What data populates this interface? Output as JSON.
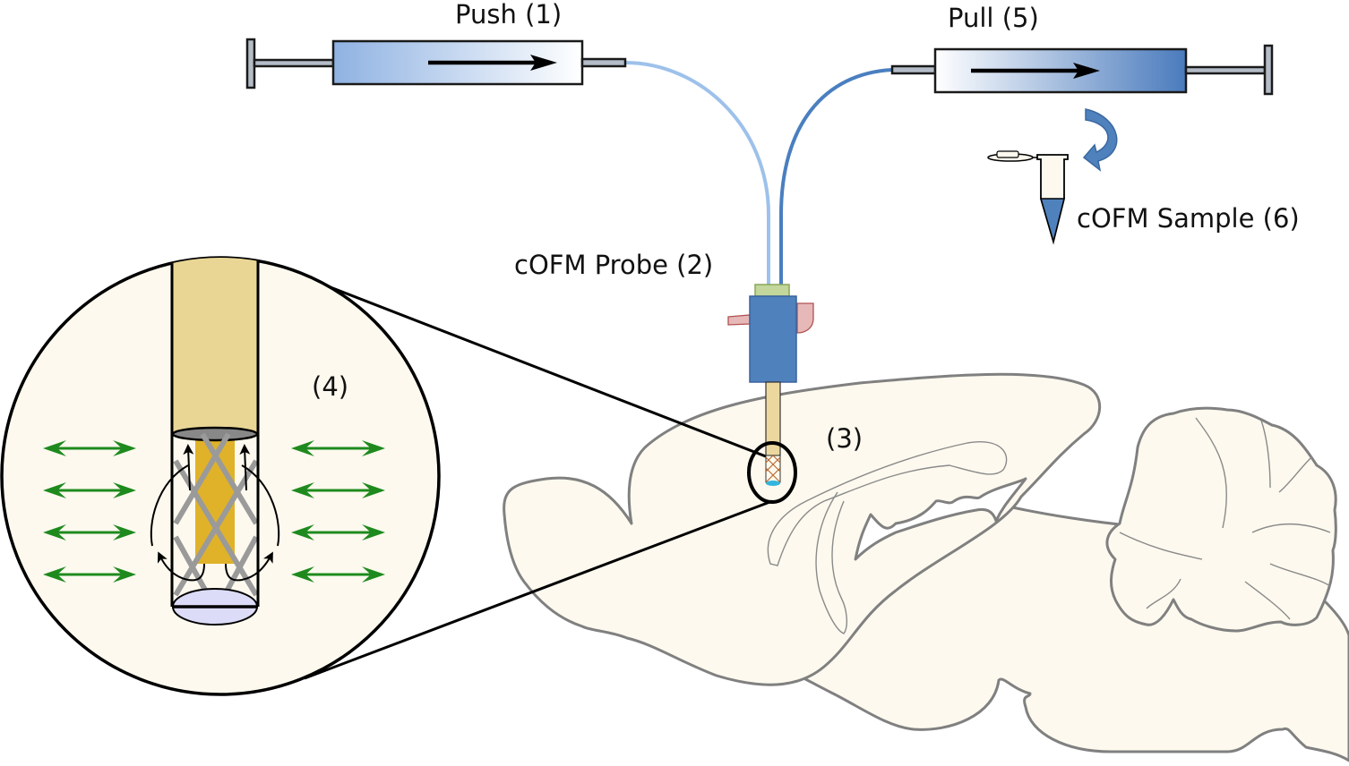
{
  "figure": {
    "title": "cOFM sampling schematic",
    "labels": {
      "push": "Push (1)",
      "probe": "cOFM Probe (2)",
      "brain_region": "(3)",
      "zoom_inset": "(4)",
      "pull": "Pull (5)",
      "sample": "cOFM Sample (6)"
    },
    "components": [
      {
        "id": "push-syringe",
        "step": 1,
        "role": "perfusion inflow syringe",
        "direction": "right"
      },
      {
        "id": "cofm-probe",
        "step": 2,
        "role": "open-flow microperfusion probe"
      },
      {
        "id": "brain-tissue",
        "step": 3,
        "role": "sagittal rodent brain section with probe implanted"
      },
      {
        "id": "probe-tip-inset",
        "step": 4,
        "role": "magnified probe tip with open mesh and fluid exchange"
      },
      {
        "id": "pull-syringe",
        "step": 5,
        "role": "outflow syringe",
        "direction": "right"
      },
      {
        "id": "sample-tube",
        "step": 6,
        "role": "collected sample vial"
      }
    ],
    "colors": {
      "inflow_tube": "#9dc1ea",
      "outflow_tube": "#4a7fbf",
      "probe_body": "#4f81bd",
      "probe_cap": "#c3d69b",
      "probe_clip": "#e6b9b8",
      "probe_shaft": "#ecd89f",
      "inner_membrane": "#e0b22a",
      "tip_fluid": "#dcdcf8",
      "diffusion_arrows": "#1e8a1e",
      "brain_fill": "#fdf9ee",
      "brain_outline": "#808080",
      "sample_liquid": "#4f81bd"
    }
  }
}
